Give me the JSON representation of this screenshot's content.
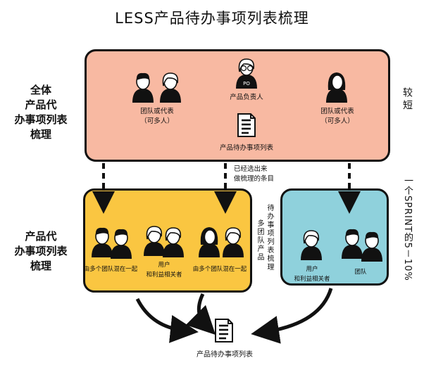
{
  "title": "LESS产品待办事项列表梳理",
  "left_labels": {
    "top": [
      "全体",
      "产品代",
      "办事项列表",
      "梳理"
    ],
    "bottom": [
      "产品代",
      "办事项列表",
      "梳理"
    ]
  },
  "right_labels": {
    "top": "较短",
    "bottom": "一个SPRINT的5－10%"
  },
  "top_box": {
    "group_left": [
      "团队或代表",
      "（可多人）"
    ],
    "product_owner": "产品负责人",
    "group_right": [
      "团队或代表",
      "（可多人）"
    ],
    "backlog_doc": "产品待办事项列表",
    "po_badge": "PO"
  },
  "middle_note": [
    "已经选出来",
    "做梳理的条目"
  ],
  "yellow_box": {
    "mixed_left": "由多个团队混在一起",
    "users": [
      "用户",
      "和利益相关者"
    ],
    "mixed_right": "由多个团队混在一起"
  },
  "yellow_side_note": [
    "多团队产品",
    "待办事项列表梳理"
  ],
  "cyan_box": {
    "users": [
      "用户",
      "和利益相关者"
    ],
    "team": "团队"
  },
  "bottom_doc": "产品待办事项列表",
  "colors": {
    "top_box": "#f8b9a2",
    "yellow_box": "#fac641",
    "cyan_box": "#8fd1dc",
    "ink": "#111111"
  }
}
